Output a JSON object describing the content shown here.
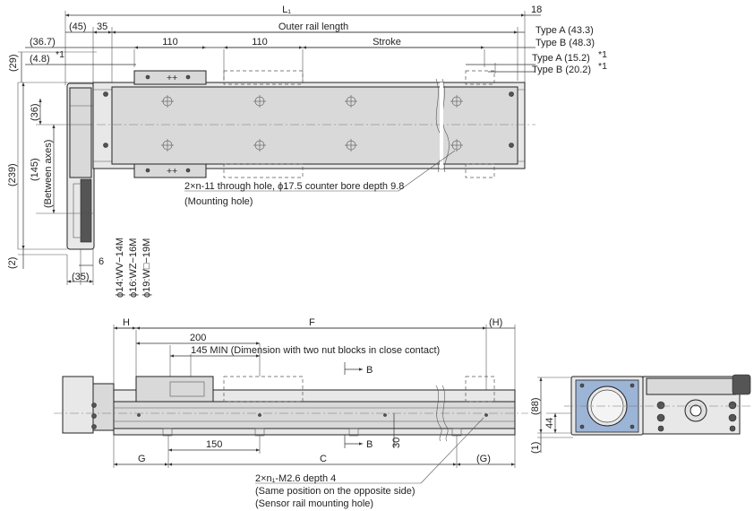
{
  "top_view": {
    "L1": "L₁",
    "dim_18": "18",
    "dim_45": "(45)",
    "dim_35": "35",
    "outer_rail_length": "Outer rail length",
    "dim_36_7": "(36.7)",
    "dim_110_a": "110",
    "dim_110_b": "110",
    "stroke": "Stroke",
    "type_a_43": "Type A (43.3)",
    "type_b_48": "Type B (48.3)",
    "dim_29": "(29)",
    "dim_4_8": "(4.8)",
    "note_star1_a": "*1",
    "type_a_15": "Type A (15.2)",
    "note_star1_b": "*1",
    "type_b_20": "Type B (20.2)",
    "note_star1_c": "*1",
    "dim_36": "(36)",
    "dim_239": "(239)",
    "dim_145": "(145)",
    "between_axes": "(Between axes)",
    "dim_2": "(2)",
    "dim_6": "6",
    "dim_35_b": "(35)",
    "motor_14": "ϕ14:WV−14M",
    "motor_16": "ϕ16:WZ−16M",
    "motor_19": "ϕ19:W□−19M",
    "mounting_hole_line1": "2×n-11 through hole, ϕ17.5 counter bore depth 9.8",
    "mounting_hole_line2": "(Mounting hole)"
  },
  "side_view": {
    "H": "H",
    "F": "F",
    "H_paren": "(H)",
    "dim_200": "200",
    "dim_145_min": "145 MIN (Dimension with two nut blocks in close contact)",
    "section_b_top": "B",
    "section_b_bottom": "B",
    "dim_150": "150",
    "dim_30": "30",
    "G": "G",
    "C": "C",
    "G_paren": "(G)",
    "sensor_line1": "2×n₁-M2.6 depth 4",
    "sensor_line2": "(Same position on the opposite side)",
    "sensor_line3": "(Sensor rail mounting hole)"
  },
  "end_view": {
    "dim_88": "(88)",
    "dim_44": "44",
    "dim_1": "(1)"
  }
}
